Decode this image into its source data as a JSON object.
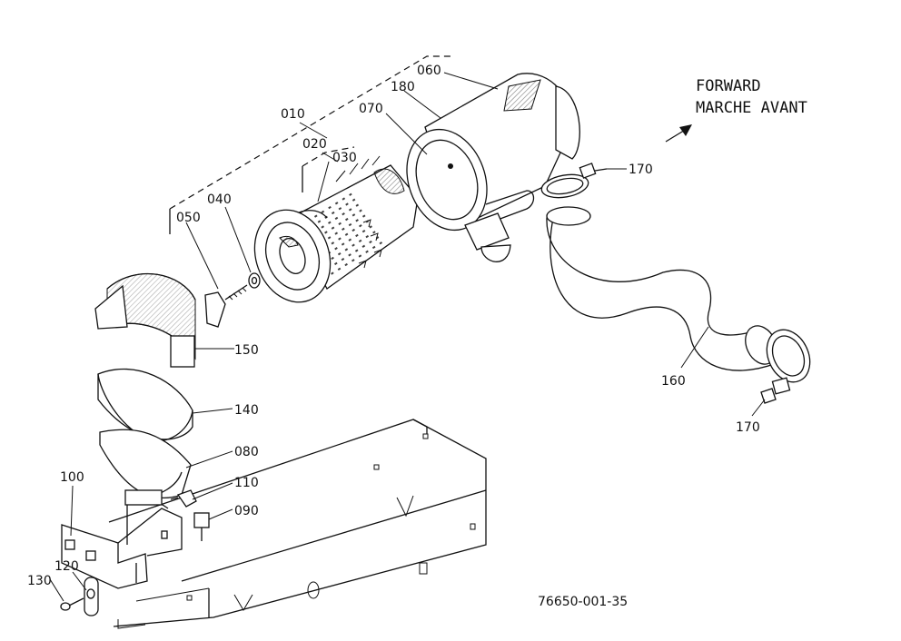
{
  "direction": {
    "line1": "FORWARD",
    "line2": "MARCHE AVANT"
  },
  "callouts": {
    "c010": "010",
    "c020": "020",
    "c030": "030",
    "c040": "040",
    "c050": "050",
    "c060": "060",
    "c070": "070",
    "c080": "080",
    "c090": "090",
    "c100": "100",
    "c110": "110",
    "c120": "120",
    "c130": "130",
    "c140": "140",
    "c150": "150",
    "c160": "160",
    "c170a": "170",
    "c170b": "170",
    "c180": "180"
  },
  "drawing_number": "76650-001-35"
}
